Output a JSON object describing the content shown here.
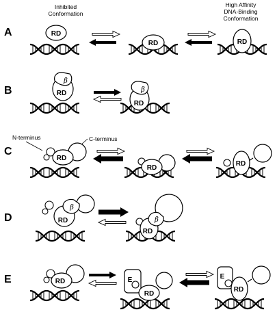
{
  "header": {
    "left_line1": "Inhibited",
    "left_line2": "Conformation",
    "right_line1": "High  Affinity",
    "right_line2": "DNA-Binding",
    "right_line3": "Conformation"
  },
  "rows": [
    {
      "letter": "A"
    },
    {
      "letter": "B"
    },
    {
      "letter": "C"
    },
    {
      "letter": "D"
    },
    {
      "letter": "E"
    }
  ],
  "labels": {
    "rd": "RD",
    "beta": "β",
    "n_terminus": "N-terminus",
    "c_terminus": "C-terminus",
    "e": "E"
  },
  "colors": {
    "ink": "#000000",
    "paper": "#ffffff"
  }
}
